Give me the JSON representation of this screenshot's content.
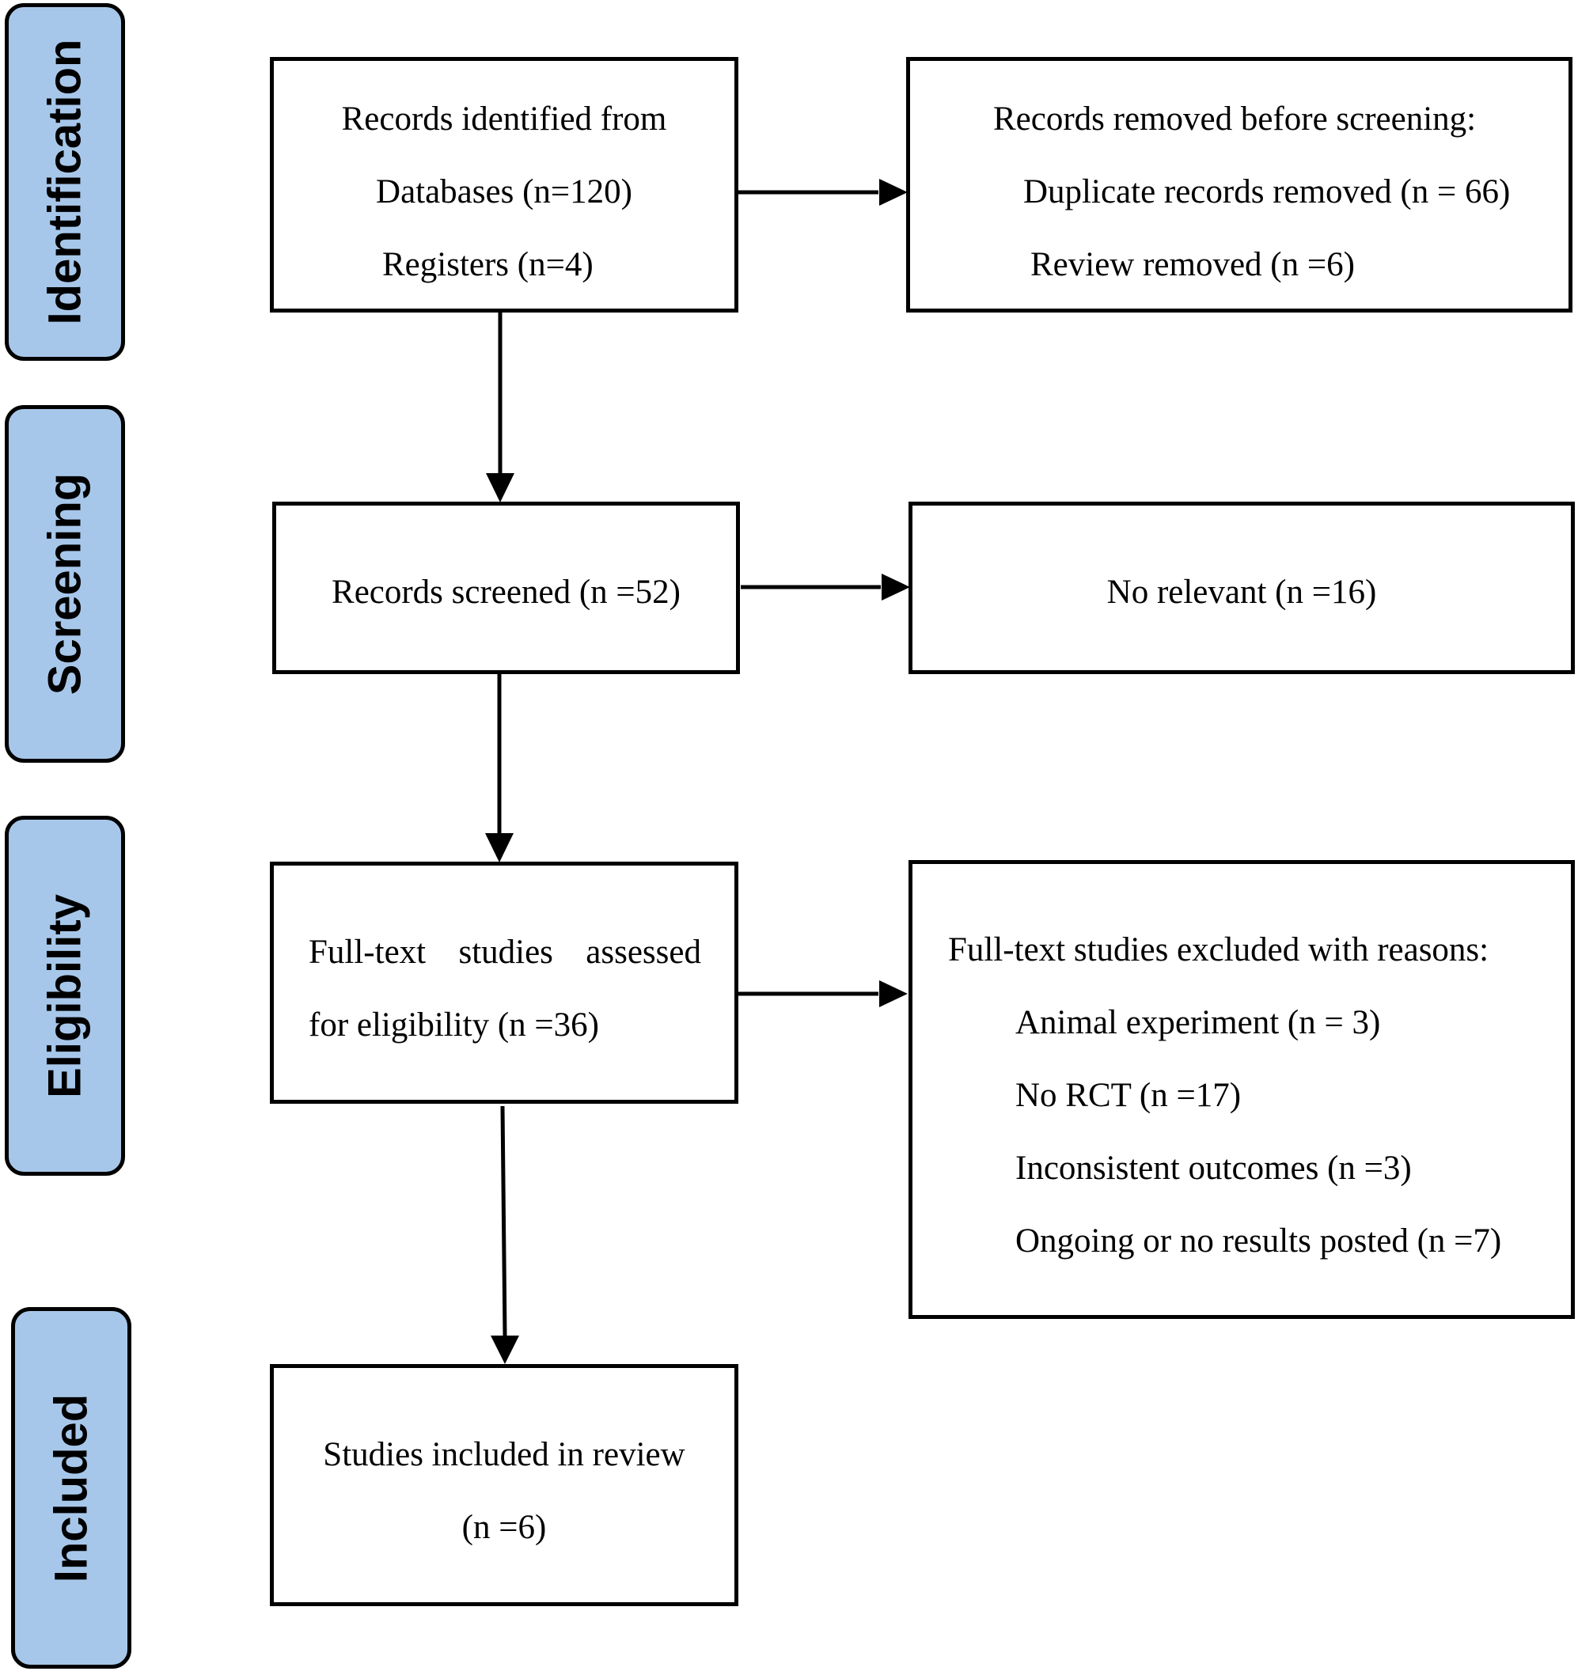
{
  "stages": {
    "identification": "Identification",
    "screening": "Screening",
    "eligibility": "Eligibility",
    "included": "Included"
  },
  "boxes": {
    "identified": {
      "line1": "Records identified from",
      "line2": "Databases (n=120)",
      "line3": "Registers (n=4)"
    },
    "removed": {
      "title": "Records removed before screening:",
      "line1": "Duplicate records removed (n = 66)",
      "line2": "Review removed (n =6)"
    },
    "screened": {
      "line1": "Records screened (n =52)"
    },
    "no_relevant": {
      "line1": "No relevant (n =16)"
    },
    "fulltext": {
      "word1": "Full-text",
      "word2": "studies",
      "word3": "assessed",
      "line2": "for eligibility (n =36)"
    },
    "excluded": {
      "title": "Full-text studies excluded with reasons:",
      "reasons": [
        "Animal experiment (n = 3)",
        "No RCT (n =17)",
        "Inconsistent outcomes (n =3)",
        "Ongoing or no results posted (n =7)"
      ]
    },
    "included": {
      "line1": "Studies included in review",
      "line2": "(n =6)"
    }
  },
  "colors": {
    "stage_fill": "#a7c7ea",
    "stroke": "#000000"
  }
}
